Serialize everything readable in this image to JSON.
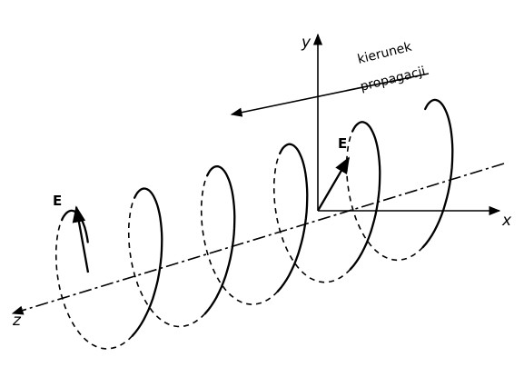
{
  "labels": {
    "y_axis": "y",
    "x_axis": "x",
    "z_axis": "z",
    "e_vector_left": "E",
    "e_vector_right": "E",
    "propagation_line1": "kierunek",
    "propagation_line2": "propagacji"
  }
}
